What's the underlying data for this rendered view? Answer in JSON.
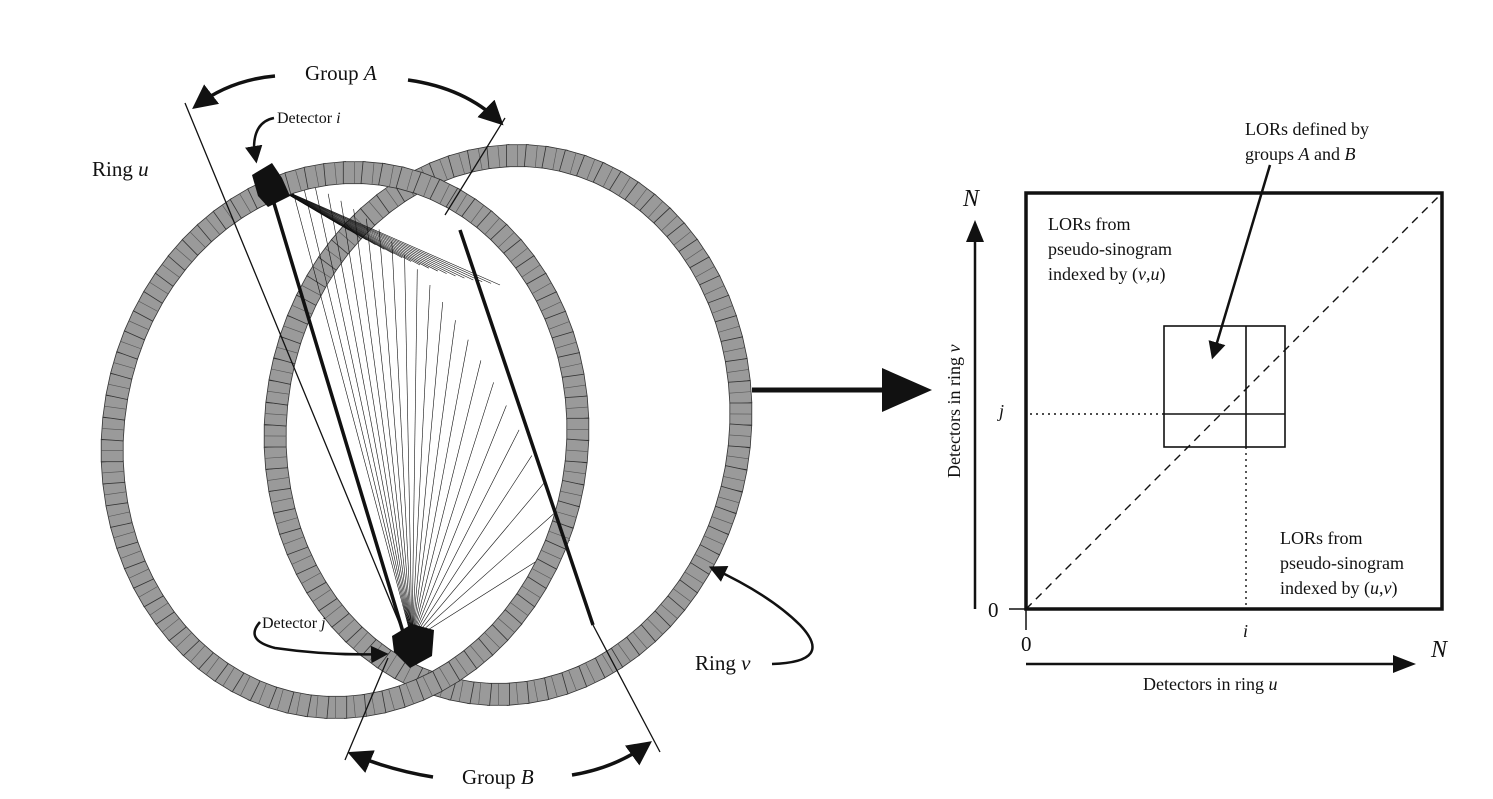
{
  "left": {
    "group_a": {
      "prefix": "Group ",
      "var": "A"
    },
    "group_b": {
      "prefix": "Group ",
      "var": "B"
    },
    "ring_u": {
      "prefix": "Ring ",
      "var": "u"
    },
    "ring_v": {
      "prefix": "Ring ",
      "var": "v"
    },
    "detector_i": {
      "prefix": "Detector ",
      "var": "i"
    },
    "detector_j": {
      "prefix": "Detector ",
      "var": "j"
    }
  },
  "right": {
    "n_top": "N",
    "n_right": "N",
    "zero_x": "0",
    "zero_y": "0",
    "i_tick": "i",
    "j_tick": "j",
    "x_axis": {
      "prefix": "Detectors in ring ",
      "var": "u"
    },
    "y_axis": {
      "prefix": "Detectors in ring ",
      "var": "v"
    },
    "note_ab": {
      "line1": "LORs defined by",
      "line2_prefix": "groups ",
      "a": "A",
      "and": " and ",
      "b": "B"
    },
    "note_vu": {
      "line1": "LORs from",
      "line2": "pseudo-sinogram",
      "line3_prefix": "indexed by (",
      "v": "v",
      "comma": ",",
      "u": "u",
      "close": ")"
    },
    "note_uv": {
      "line1": "LORs from",
      "line2": "pseudo-sinogram",
      "line3_prefix": "indexed by (",
      "u": "u",
      "comma": ",",
      "v": "v",
      "close": ")"
    }
  },
  "colors": {
    "crystal": "#9a9a9a",
    "detector": "#111111",
    "line": "#111111"
  }
}
